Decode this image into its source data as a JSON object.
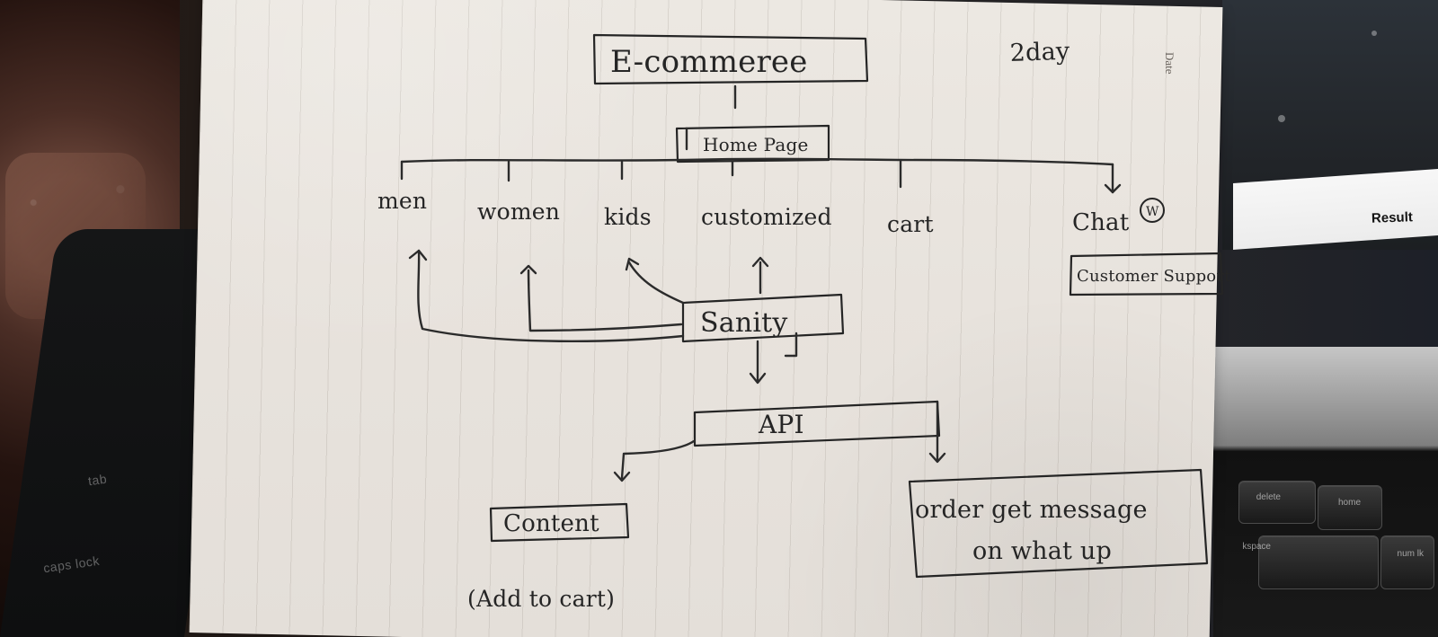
{
  "diagram": {
    "title": "E-commeree",
    "day_note": "2day",
    "date_label": "Date",
    "home_page": "Home Page",
    "menu_items": [
      "men",
      "women",
      "kids",
      "customized",
      "cart",
      "Chat"
    ],
    "chat_marker": "W",
    "customer_support": "Customer Support",
    "sanity": "Sanity",
    "api": "API",
    "content": "Content",
    "add_to_cart": "(Add to cart)",
    "order_message": {
      "line1": "order get message",
      "line2": "on what up"
    }
  },
  "background": {
    "keyboard_labels": {
      "tab": "tab",
      "caps": "caps lock",
      "delete": "delete",
      "home": "home",
      "backspace": "kspace",
      "numlk": "num lk"
    },
    "screen_tab": "Result"
  },
  "colors": {
    "paper": "#e9e4de",
    "ink": "#252525"
  }
}
